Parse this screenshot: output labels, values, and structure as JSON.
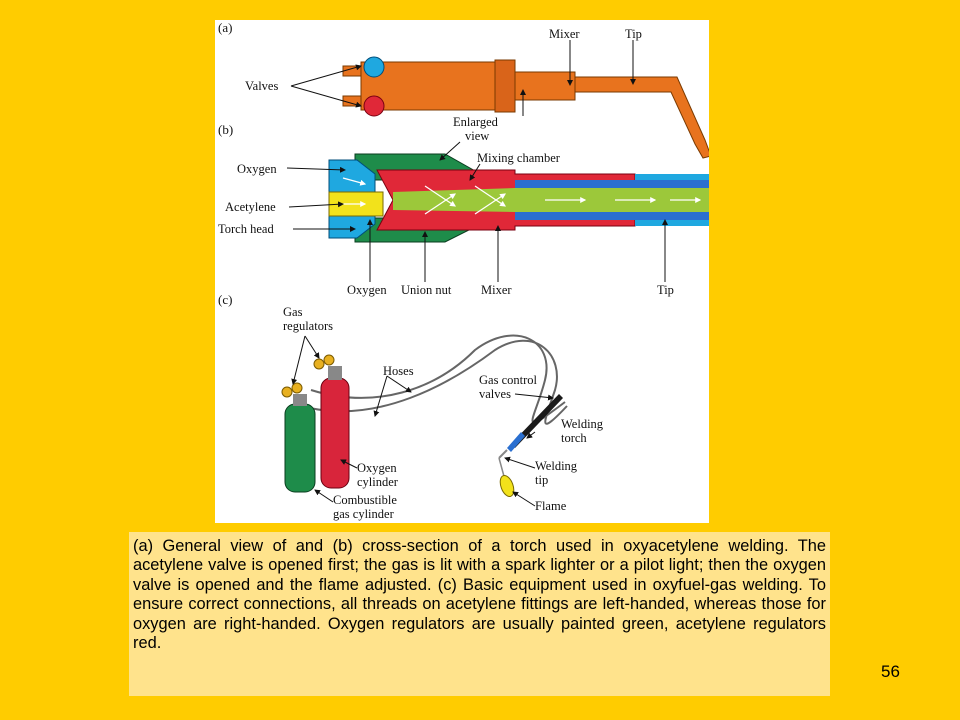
{
  "figure": {
    "panel_a": {
      "panel_label": "(a)",
      "labels": {
        "valves": "Valves",
        "mixer": "Mixer",
        "tip": "Tip",
        "enlarged_line1": "Enlarged",
        "enlarged_line2": "view"
      }
    },
    "panel_b": {
      "panel_label": "(b)",
      "labels": {
        "oxygen": "Oxygen",
        "acetylene": "Acetylene",
        "torch_head": "Torch head",
        "mixing_chamber": "Mixing chamber",
        "bottom_oxygen": "Oxygen",
        "union_nut": "Union nut",
        "mixer": "Mixer",
        "tip": "Tip"
      }
    },
    "panel_c": {
      "panel_label": "(c)",
      "labels": {
        "gas_line1": "Gas",
        "gas_line2": "regulators",
        "hoses": "Hoses",
        "gas_control_line1": "Gas control",
        "gas_control_line2": "valves",
        "welding_torch_line1": "Welding",
        "welding_torch_line2": "torch",
        "welding_tip_line1": "Welding",
        "welding_tip_line2": "tip",
        "flame": "Flame",
        "oxygen_cyl_line1": "Oxygen",
        "oxygen_cyl_line2": "cylinder",
        "combustible_line1": "Combustible",
        "combustible_line2": "gas cylinder"
      }
    },
    "colors": {
      "torch_orange": "#E8731E",
      "oxygen_blue": "#1FA8E0",
      "acetylene_yellow": "#F2E21B",
      "mixer_red": "#E02838",
      "nut_green": "#1E8C4A",
      "flow_green": "#9CC83A",
      "tip_blue": "#2A6FD0",
      "cyl_green": "#1E8C4A",
      "cyl_red": "#D8253B"
    }
  },
  "caption": "(a) General view of and (b) cross-section of a torch used in oxyacetylene welding.  The acetylene valve is opened first; the gas is lit with a spark lighter or a pilot light; then the oxygen valve is opened and the flame adjusted.  (c) Basic equipment used in oxyfuel-gas welding.  To ensure correct connections, all threads on acetylene fittings are left-handed, whereas those for oxygen are right-handed.  Oxygen regulators are usually painted green, acetylene regulators red.",
  "page_number": "56"
}
